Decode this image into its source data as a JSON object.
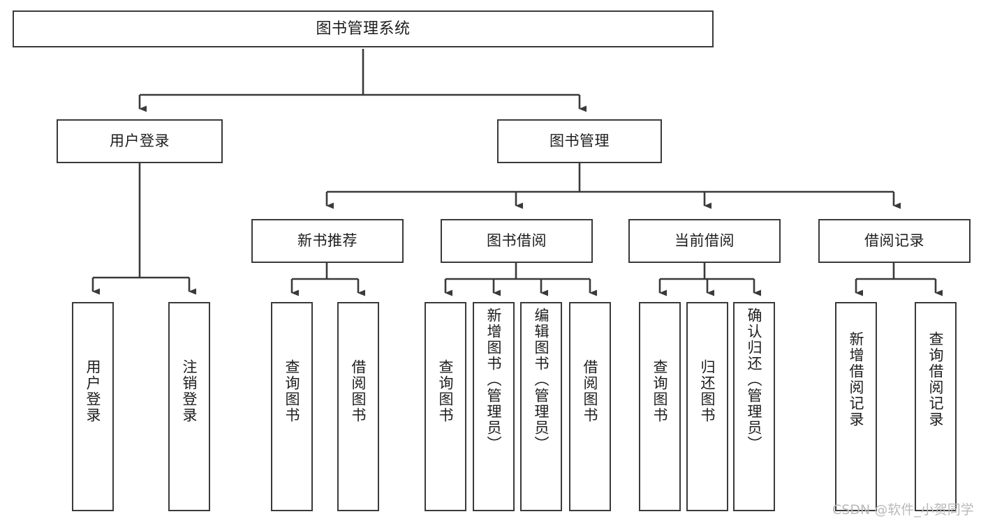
{
  "diagram": {
    "type": "hierarchy-tree",
    "title": "图书管理系统",
    "orientation": "top-down",
    "colors": {
      "box_border": "#3a3a3a",
      "box_fill": "#ffffff",
      "connector": "#3a3a3a",
      "text": "#1d1d1d",
      "watermark": "#b9b9b9"
    }
  },
  "root": {
    "label": "图书管理系统"
  },
  "level1": [
    {
      "label": "用户登录"
    },
    {
      "label": "图书管理"
    }
  ],
  "level2": [
    {
      "label": "新书推荐"
    },
    {
      "label": "图书借阅"
    },
    {
      "label": "当前借阅"
    },
    {
      "label": "借阅记录"
    }
  ],
  "leaves": {
    "user_login": [
      {
        "label": "用户登录"
      },
      {
        "label": "注销登录"
      }
    ],
    "new_book_recommend": [
      {
        "label": "查询图书"
      },
      {
        "label": "借阅图书"
      }
    ],
    "book_borrow": [
      {
        "label": "查询图书"
      },
      {
        "label": "新增图书（管理员）"
      },
      {
        "label": "编辑图书（管理员）"
      },
      {
        "label": "借阅图书"
      }
    ],
    "current_borrow": [
      {
        "label": "查询图书"
      },
      {
        "label": "归还图书"
      },
      {
        "label": "确认归还（管理员）"
      }
    ],
    "borrow_record": [
      {
        "label": "新增借阅记录"
      },
      {
        "label": "查询借阅记录"
      }
    ]
  },
  "watermark": {
    "text": "CSDN @软件_小贺同学"
  }
}
